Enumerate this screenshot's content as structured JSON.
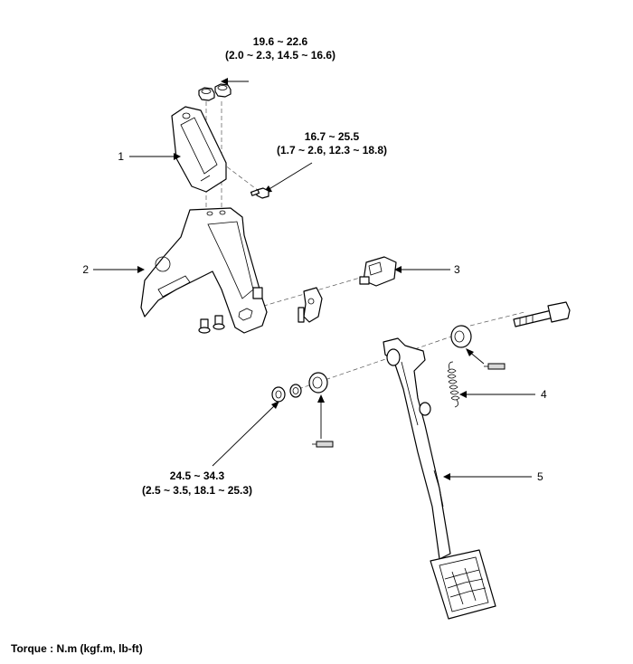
{
  "torque_specs": {
    "nut_top": {
      "nm": "19.6 ~ 22.6",
      "alt": "(2.0 ~ 2.3, 14.5 ~ 16.6)"
    },
    "bolt_upper": {
      "nm": "16.7 ~ 25.5",
      "alt": "(1.7 ~ 2.6, 12.3 ~ 18.8)"
    },
    "pivot_nut": {
      "nm": "24.5 ~ 34.3",
      "alt": "(2.5 ~ 3.5, 18.1 ~ 25.3)"
    }
  },
  "callouts": [
    "1",
    "2",
    "3",
    "4",
    "5"
  ],
  "footer": {
    "torque_note": "Torque : N.m (kgf.m, lb-ft)"
  }
}
